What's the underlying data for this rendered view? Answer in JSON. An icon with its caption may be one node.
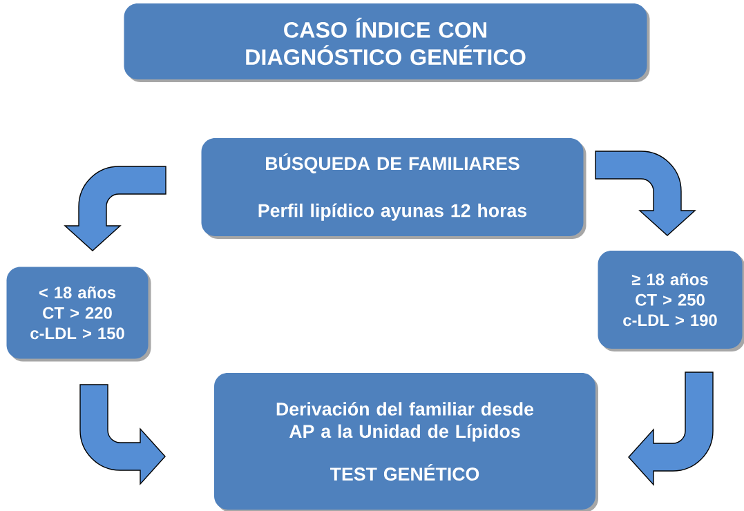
{
  "diagram": {
    "nodes": [
      {
        "text": [
          "CASO ÍNDICE CON DIAGNÓSTICO GENÉTICO"
        ]
      },
      {
        "text": [
          "BÚSQUEDA DE FAMILIARES",
          "Perfil lipídico  ayunas 12 horas"
        ]
      },
      {
        "text": [
          "< 18 años",
          "CT > 220",
          "c-LDL > 150"
        ]
      },
      {
        "text": [
          "≥ 18 años",
          "CT > 250",
          "c-LDL > 190"
        ]
      },
      {
        "text": [
          "Derivación del familiar desde AP a la Unidad de Lípidos",
          "TEST GENÉTICO"
        ]
      }
    ],
    "edges": [
      {
        "from": 1,
        "to": 2,
        "arrow": "to"
      },
      {
        "from": 1,
        "to": 3,
        "arrow": "to"
      },
      {
        "from": 2,
        "to": 4,
        "arrow": "to"
      },
      {
        "from": 3,
        "to": 4,
        "arrow": "to"
      }
    ]
  }
}
